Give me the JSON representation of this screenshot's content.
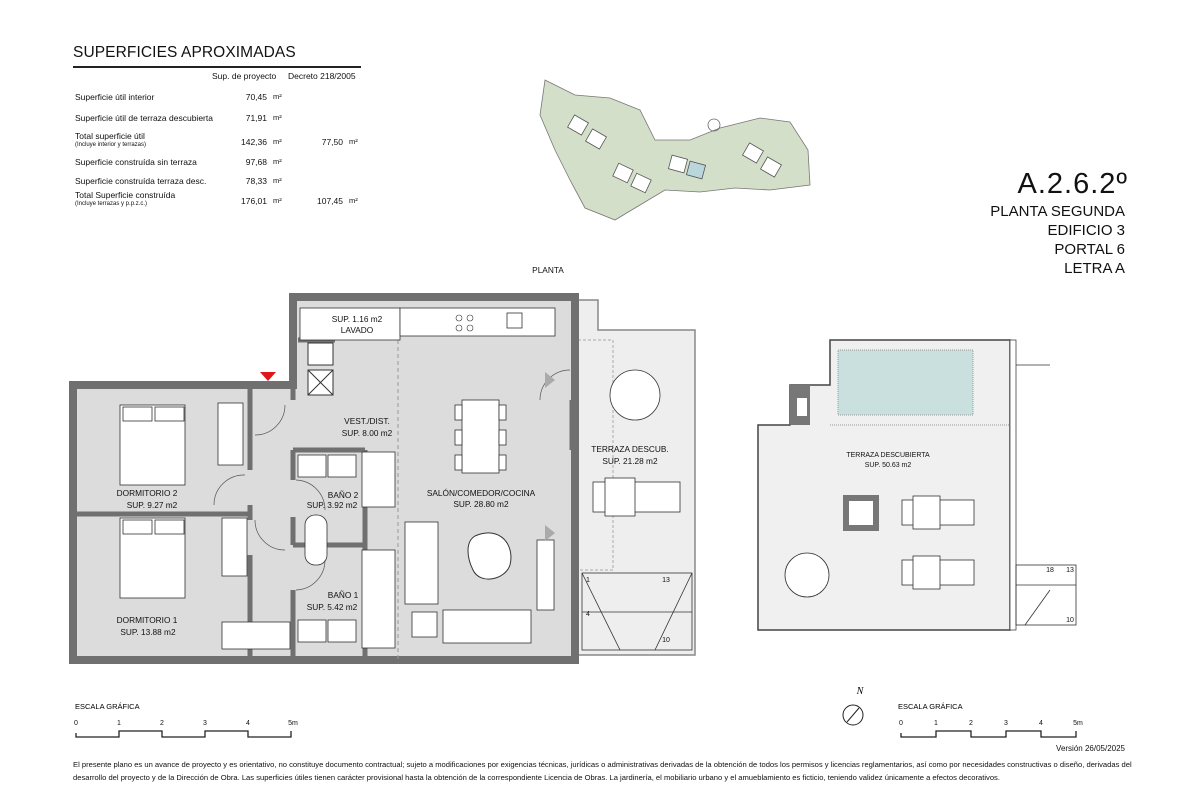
{
  "table": {
    "title": "SUPERFICIES APROXIMADAS",
    "col_project": "Sup. de proyecto",
    "col_decree": "Decreto 218/2005",
    "unit": "m²",
    "rows": [
      {
        "label": "Superficie útil interior",
        "note": "",
        "project": "70,45",
        "decree": ""
      },
      {
        "label": "Superficie útil de terraza descubierta",
        "note": "",
        "project": "71,91",
        "decree": ""
      },
      {
        "label": "Total superficie útil",
        "note": "(Incluye interior y terrazas)",
        "project": "142,36",
        "decree": "77,50"
      },
      {
        "label": "Superficie construída sin terraza",
        "note": "",
        "project": "97,68",
        "decree": ""
      },
      {
        "label": "Superficie construída terraza desc.",
        "note": "",
        "project": "78,33",
        "decree": ""
      },
      {
        "label": "Total Superficie construída",
        "note": "(Incluye terrazas y p.p.z.c.)",
        "project": "176,01",
        "decree": "107,45"
      }
    ]
  },
  "unit_info": {
    "code": "A.2.6.2º",
    "floor": "PLANTA SEGUNDA",
    "building": "EDIFICIO 3",
    "portal": "PORTAL  6",
    "letter": "LETRA A"
  },
  "plan": {
    "title": "PLANTA",
    "rooms": {
      "lavado": {
        "area": "SUP. 1.16 m2",
        "name": "LAVADO"
      },
      "vest": {
        "name": "VEST./DIST.",
        "area": "SUP. 8.00 m2"
      },
      "dorm2": {
        "name": "DORMITORIO 2",
        "area": "SUP. 9.27 m2"
      },
      "dorm1": {
        "name": "DORMITORIO 1",
        "area": "SUP. 13.88 m2"
      },
      "bano2": {
        "name": "BAÑO 2",
        "area": "SUP. 3.92 m2"
      },
      "bano1": {
        "name": "BAÑO 1",
        "area": "SUP. 5.42 m2"
      },
      "salon": {
        "name": "SALÓN/COMEDOR/COCINA",
        "area": "SUP. 28.80 m2"
      },
      "terraza": {
        "name": "TERRAZA DESCUB.",
        "area": "SUP. 21.28 m2"
      },
      "terraza_sup": {
        "name": "TERRAZA DESCUBIERTA",
        "area": "SUP. 50.63 m2"
      }
    },
    "stairs": {
      "s1": "1",
      "s4": "4",
      "s13": "13",
      "s10": "10",
      "r18": "18",
      "r13": "13",
      "r10": "10"
    },
    "entry_color": "#e0161b",
    "pool_color": "#c9e0de",
    "site_color": "#d4dfc9"
  },
  "scale": {
    "label": "ESCALA GRÁFICA",
    "ticks": [
      "0",
      "1",
      "2",
      "3",
      "4",
      "5m"
    ]
  },
  "north_label": "N",
  "footer": {
    "version": "Versión 26/05/2025",
    "disclaimer": "El presente plano es un avance de proyecto y es orientativo, no constituye documento contractual; sujeto a modificaciones por exigencias técnicas, jurídicas o administrativas derivadas de la obtención de todos los permisos y licencias reglamentarios, así como por necesidades constructivas o diseño, derivadas del desarrollo del proyecto y de la Dirección de Obra. Las superficies útiles tienen carácter provisional hasta la obtención de la correspondiente Licencia de Obras. La jardinería, el mobiliario urbano y el amueblamiento es ficticio, teniendo validez únicamente a efectos decorativos."
  }
}
